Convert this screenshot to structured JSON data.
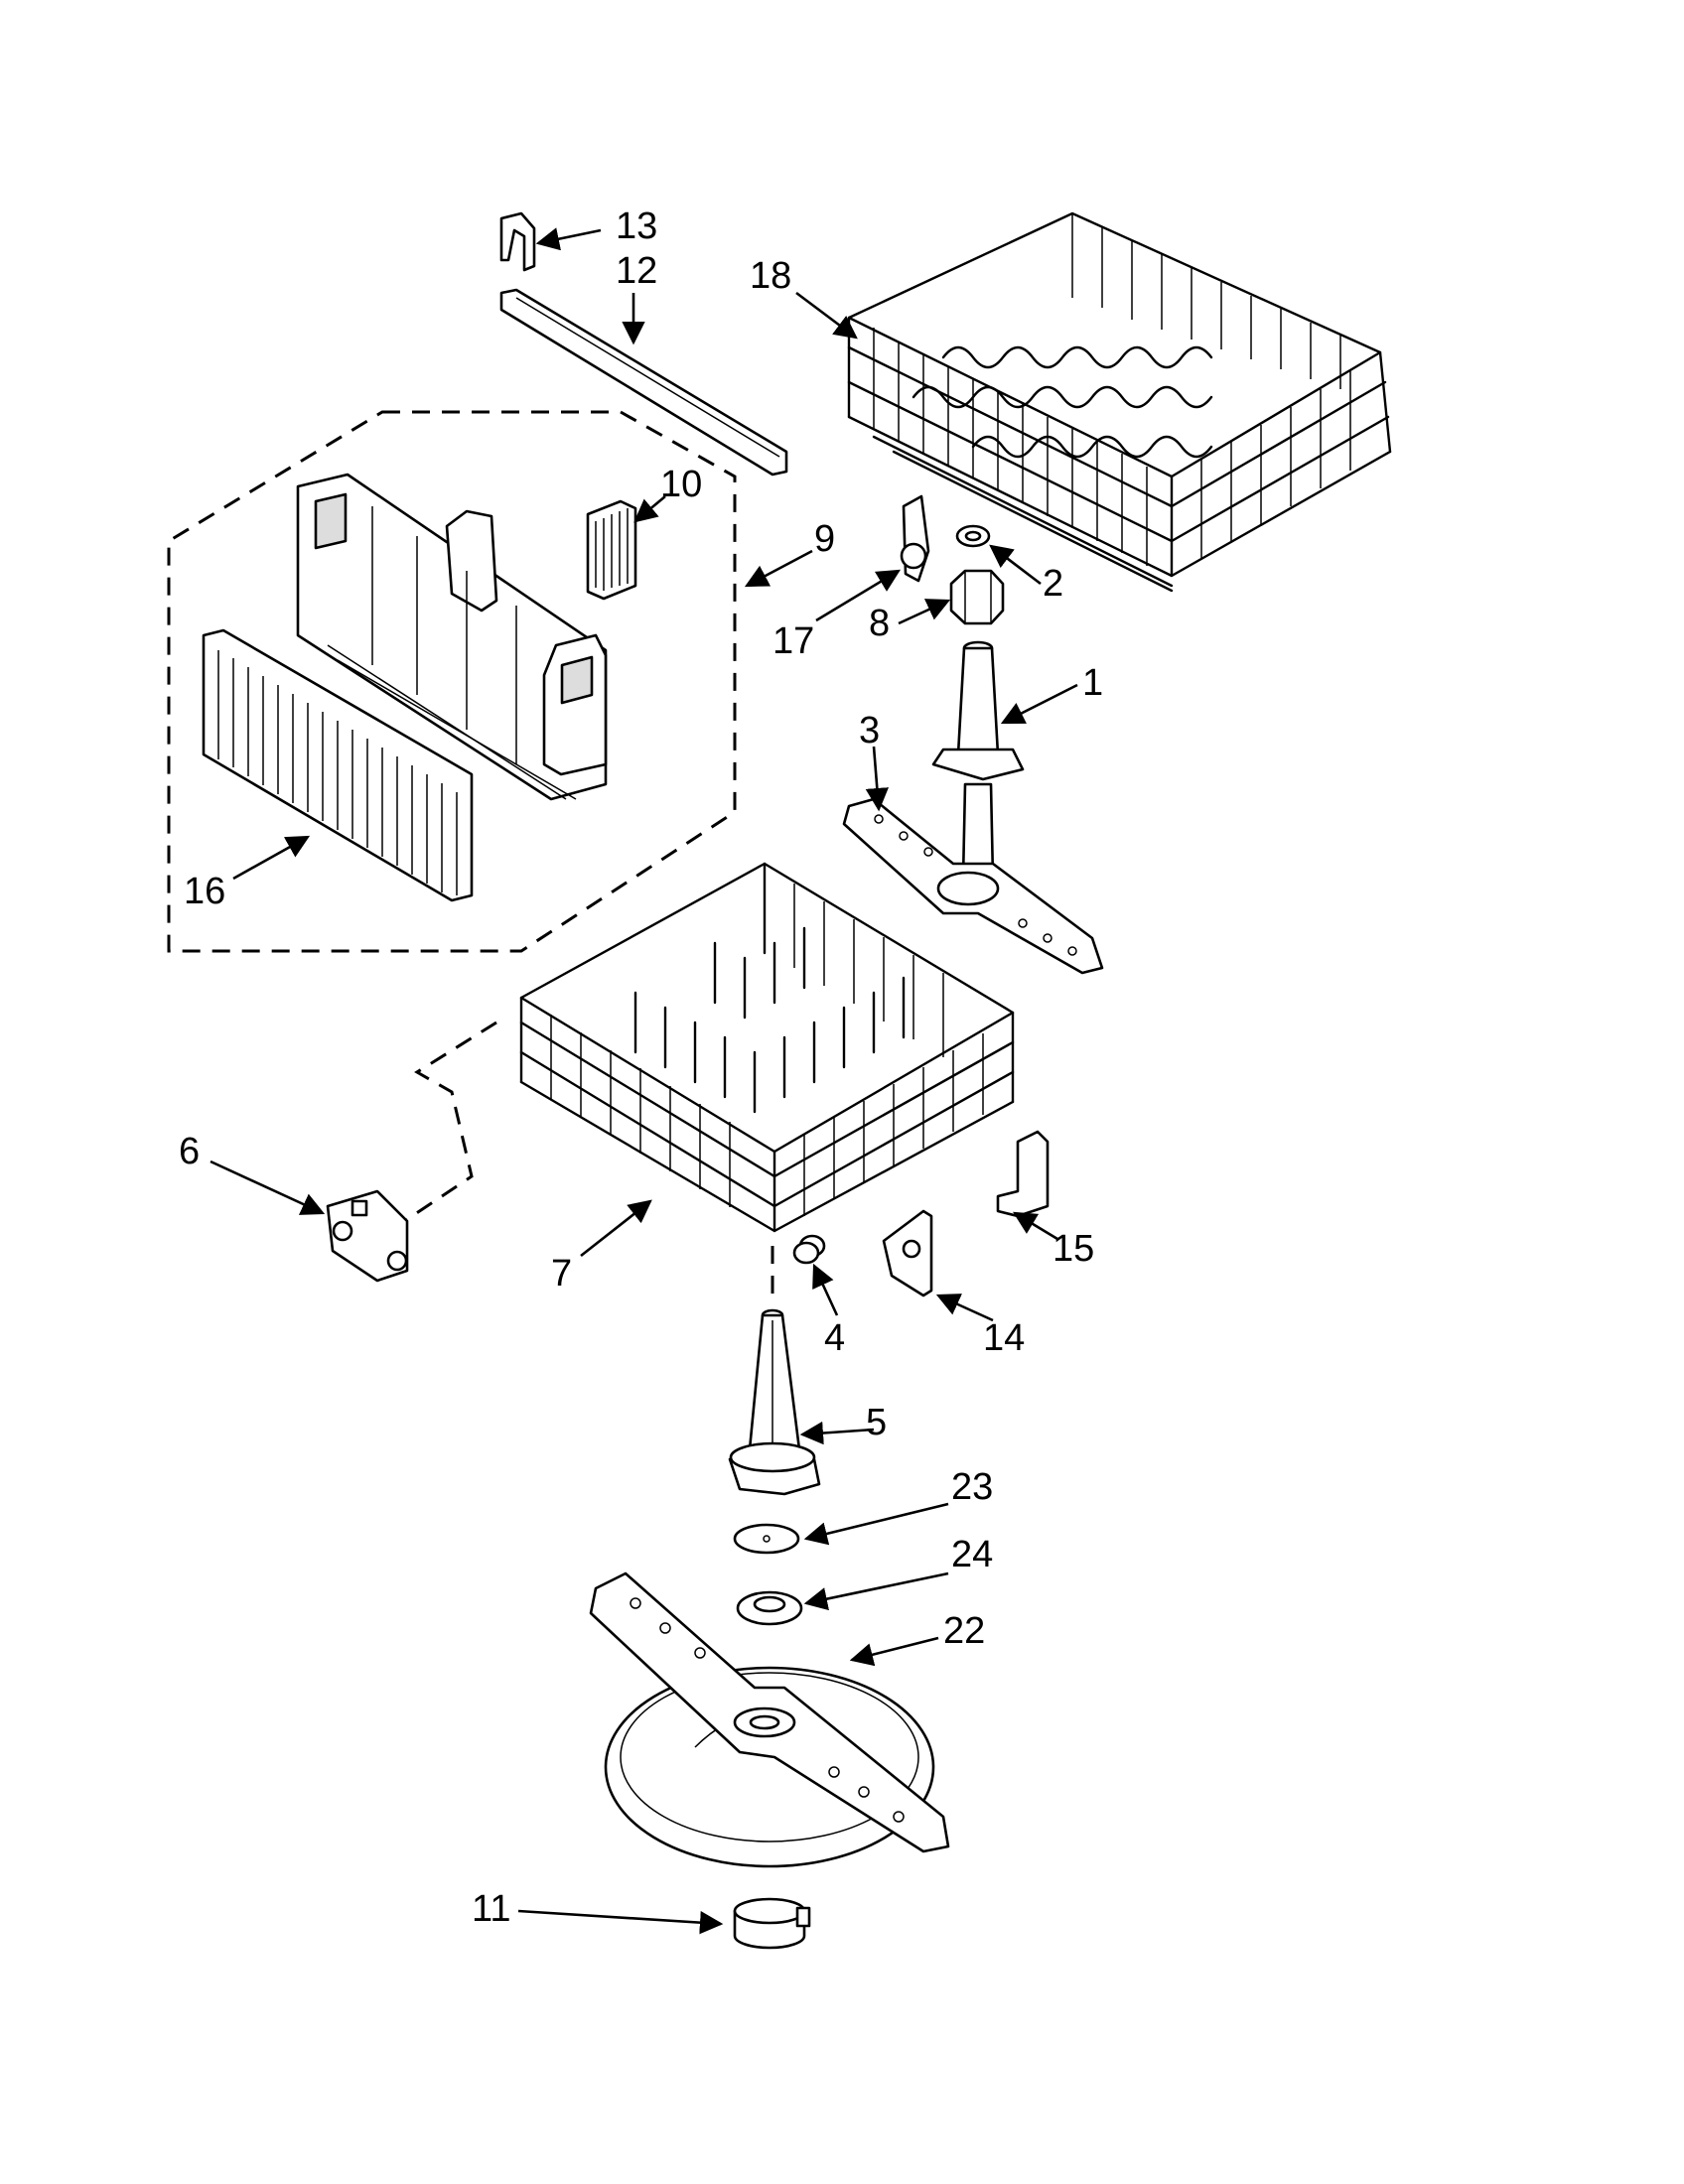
{
  "callouts": [
    {
      "id": "13",
      "text": "13"
    },
    {
      "id": "12",
      "text": "12"
    },
    {
      "id": "18",
      "text": "18"
    },
    {
      "id": "10",
      "text": "10"
    },
    {
      "id": "9",
      "text": "9"
    },
    {
      "id": "2",
      "text": "2"
    },
    {
      "id": "17",
      "text": "17"
    },
    {
      "id": "8",
      "text": "8"
    },
    {
      "id": "1",
      "text": "1"
    },
    {
      "id": "3",
      "text": "3"
    },
    {
      "id": "16",
      "text": "16"
    },
    {
      "id": "6",
      "text": "6"
    },
    {
      "id": "7",
      "text": "7"
    },
    {
      "id": "4",
      "text": "4"
    },
    {
      "id": "14",
      "text": "14"
    },
    {
      "id": "15",
      "text": "15"
    },
    {
      "id": "5",
      "text": "5"
    },
    {
      "id": "23",
      "text": "23"
    },
    {
      "id": "24",
      "text": "24"
    },
    {
      "id": "22",
      "text": "22"
    },
    {
      "id": "11",
      "text": "11"
    }
  ]
}
